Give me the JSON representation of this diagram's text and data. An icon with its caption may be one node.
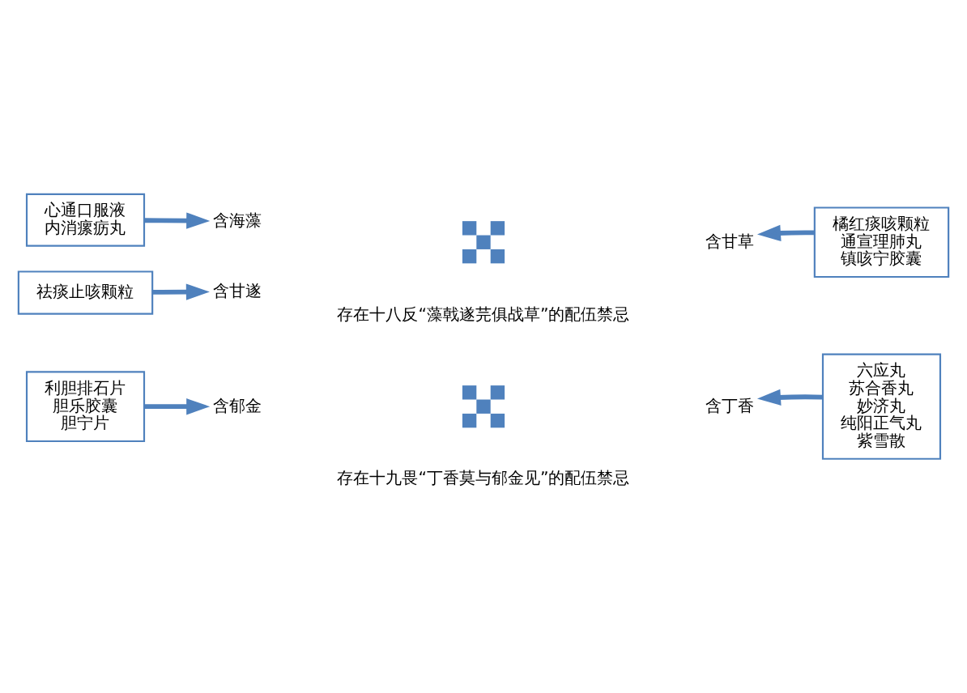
{
  "diagram": {
    "nodes": [
      {
        "text": [
          "利胆排石片",
          "胆乐胶囊",
          "胆宁片"
        ]
      },
      {
        "text": [
          "含郁金"
        ]
      },
      {
        "text": [],
        "shape": "cross"
      },
      {
        "text": [
          "含丁香"
        ]
      },
      {
        "text": [
          "六应丸",
          "苏合香丸",
          "妙济丸",
          "纯阳正气丸",
          "紫雪散"
        ]
      },
      {
        "text": [
          "心通口服液",
          "内消瘰疬丸"
        ]
      },
      {
        "text": [
          "含海藻"
        ]
      },
      {
        "text": [
          "祛痰止咳颗粒"
        ]
      },
      {
        "text": [
          "含甘遂"
        ]
      },
      {
        "text": [],
        "shape": "cross"
      },
      {
        "text": [
          "含甘草"
        ]
      },
      {
        "text": [
          "橘红痰咳颗粒",
          "通宣理肺丸",
          "镇咳宁胶囊"
        ]
      }
    ],
    "edges": [
      {
        "from": 0,
        "to": 1,
        "arrow": "to"
      },
      {
        "from": 4,
        "to": 3,
        "arrow": "to"
      },
      {
        "from": 5,
        "to": 6,
        "arrow": "to"
      },
      {
        "from": 7,
        "to": 8,
        "arrow": "to"
      },
      {
        "from": 11,
        "to": 10,
        "arrow": "to"
      }
    ],
    "labels": [
      "存在十九畏“丁香莫与郁金见”的配伍禁忌",
      "存在十八反“藻戟遂芫俱战草”的配伍禁忌"
    ]
  }
}
